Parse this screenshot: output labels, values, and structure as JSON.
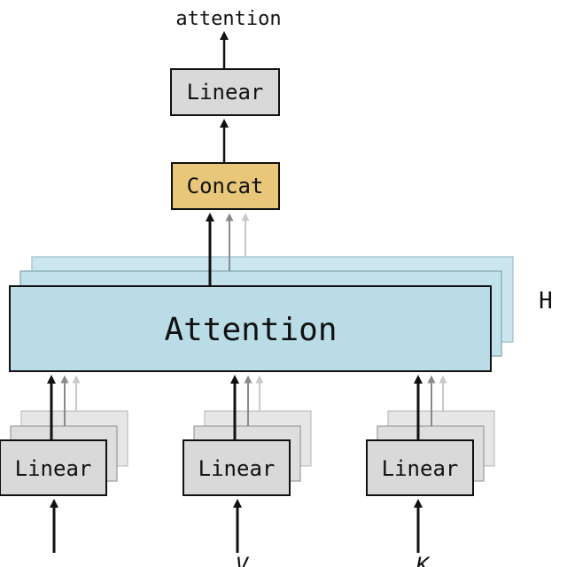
{
  "output": {
    "label": "attention"
  },
  "top_linear": {
    "label": "Linear"
  },
  "concat": {
    "label": "Concat"
  },
  "attention_block": {
    "label": "Attention",
    "heads_label": "H"
  },
  "inputs": [
    {
      "linear_label": "Linear",
      "input_label": ""
    },
    {
      "linear_label": "Linear",
      "input_label": "V"
    },
    {
      "linear_label": "Linear",
      "input_label": "K"
    }
  ],
  "colors": {
    "box_gray": "#d9d9d9",
    "concat_fill": "#e8c77a",
    "attention_fill": "#b9dce7",
    "stroke": "#111111"
  }
}
